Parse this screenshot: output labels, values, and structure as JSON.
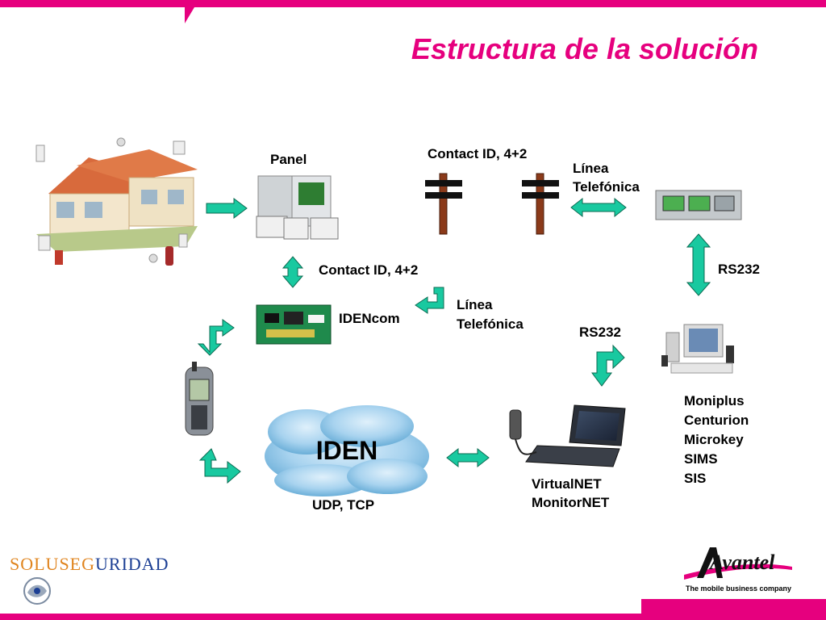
{
  "title": "Estructura de la solución",
  "labels": {
    "panel": "Panel",
    "contact_id_top": "Contact ID, 4+2",
    "linea_top_1": "Línea",
    "linea_top_2": "Telefónica",
    "contact_id_mid": "Contact ID, 4+2",
    "idencom": "IDENcom",
    "linea_mid_1": "Línea",
    "linea_mid_2": "Telefónica",
    "rs232_right": "RS232",
    "rs232_mid": "RS232",
    "iden": "IDEN",
    "udp_tcp": "UDP, TCP",
    "virtualnet": "VirtualNET",
    "monitornet": "MonitorNET"
  },
  "software_list": [
    "Moniplus",
    "Centurion",
    "Microkey",
    "SIMS",
    "SIS"
  ],
  "logos": {
    "left_part1": "SOLUSEG",
    "left_part2": "URIDAD",
    "right_brand": "Avantel",
    "right_tagline": "The mobile business company"
  },
  "colors": {
    "accent": "#e6007e",
    "arrow": "#19c9a0",
    "pole": "#8b3a1a",
    "cloud": "#8fc3e6"
  }
}
